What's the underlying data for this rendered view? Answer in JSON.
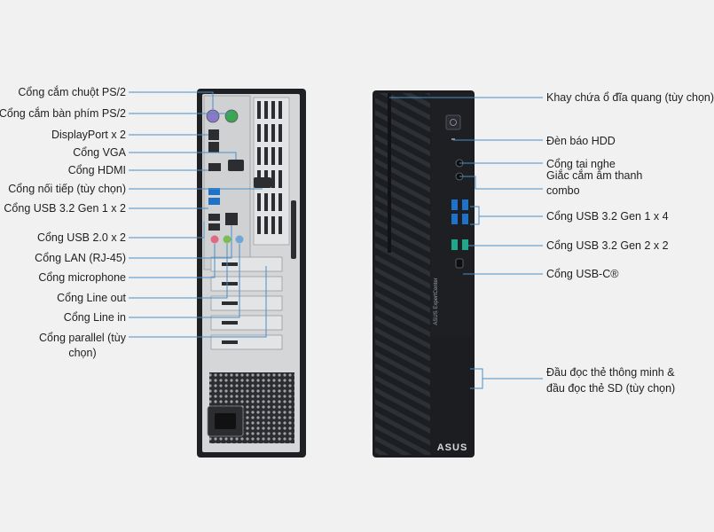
{
  "left_labels": [
    {
      "id": "ps2-mouse",
      "text": "Cổng cắm chuột PS/2"
    },
    {
      "id": "ps2-keyboard",
      "text": "Cổng cắm bàn phím PS/2"
    },
    {
      "id": "displayport",
      "text": "DisplayPort x 2"
    },
    {
      "id": "vga",
      "text": "Cổng VGA"
    },
    {
      "id": "hdmi",
      "text": "Cổng HDMI"
    },
    {
      "id": "serial",
      "text": "Cổng nối tiếp (tùy chọn)"
    },
    {
      "id": "usb32-gen1-x2",
      "text": "Cổng USB 3.2 Gen 1 x 2"
    },
    {
      "id": "usb20-x2",
      "text": "Cổng USB 2.0 x 2"
    },
    {
      "id": "lan",
      "text": "Cổng LAN (RJ-45)"
    },
    {
      "id": "microphone",
      "text": "Cổng microphone"
    },
    {
      "id": "line-out",
      "text": "Cổng Line out"
    },
    {
      "id": "line-in",
      "text": "Cổng Line in"
    },
    {
      "id": "parallel",
      "text": "Cổng parallel (tùy chọn)"
    }
  ],
  "right_labels": [
    {
      "id": "optical-bay",
      "text": "Khay chứa ổ đĩa quang (tùy chọn)"
    },
    {
      "id": "hdd-led",
      "text": "Đèn báo HDD"
    },
    {
      "id": "headphone",
      "text": "Cổng tai nghe"
    },
    {
      "id": "audio-combo",
      "text": "Giắc cắm âm thanh combo"
    },
    {
      "id": "usb32-gen1-x4",
      "text": "Cổng USB 3.2 Gen 1 x 4"
    },
    {
      "id": "usb32-gen2-x2",
      "text": "Cổng USB 3.2 Gen 2 x 2"
    },
    {
      "id": "usb-c",
      "text": "Cổng USB-C®"
    },
    {
      "id": "card-reader",
      "text": "Đầu đọc thẻ thông minh & đầu đọc thẻ SD (tùy chọn)"
    }
  ],
  "front_vertical_text": "ASUS ExpertCenter",
  "brand_logo": "ASUS",
  "colors": {
    "background": "#f1f1f1",
    "chassis": "#1b1d21",
    "back_panel": "#d8dadc",
    "leader_line": "#4a8fc7",
    "usb3_blue": "#1e73c9",
    "usb_gen2_teal": "#1fa68c",
    "ps2_mouse_green": "#3aa653",
    "ps2_keyboard_purple": "#8a78c8",
    "audio_pink": "#e06a84",
    "audio_green": "#7dbb55",
    "audio_blue": "#6fa7d6"
  }
}
